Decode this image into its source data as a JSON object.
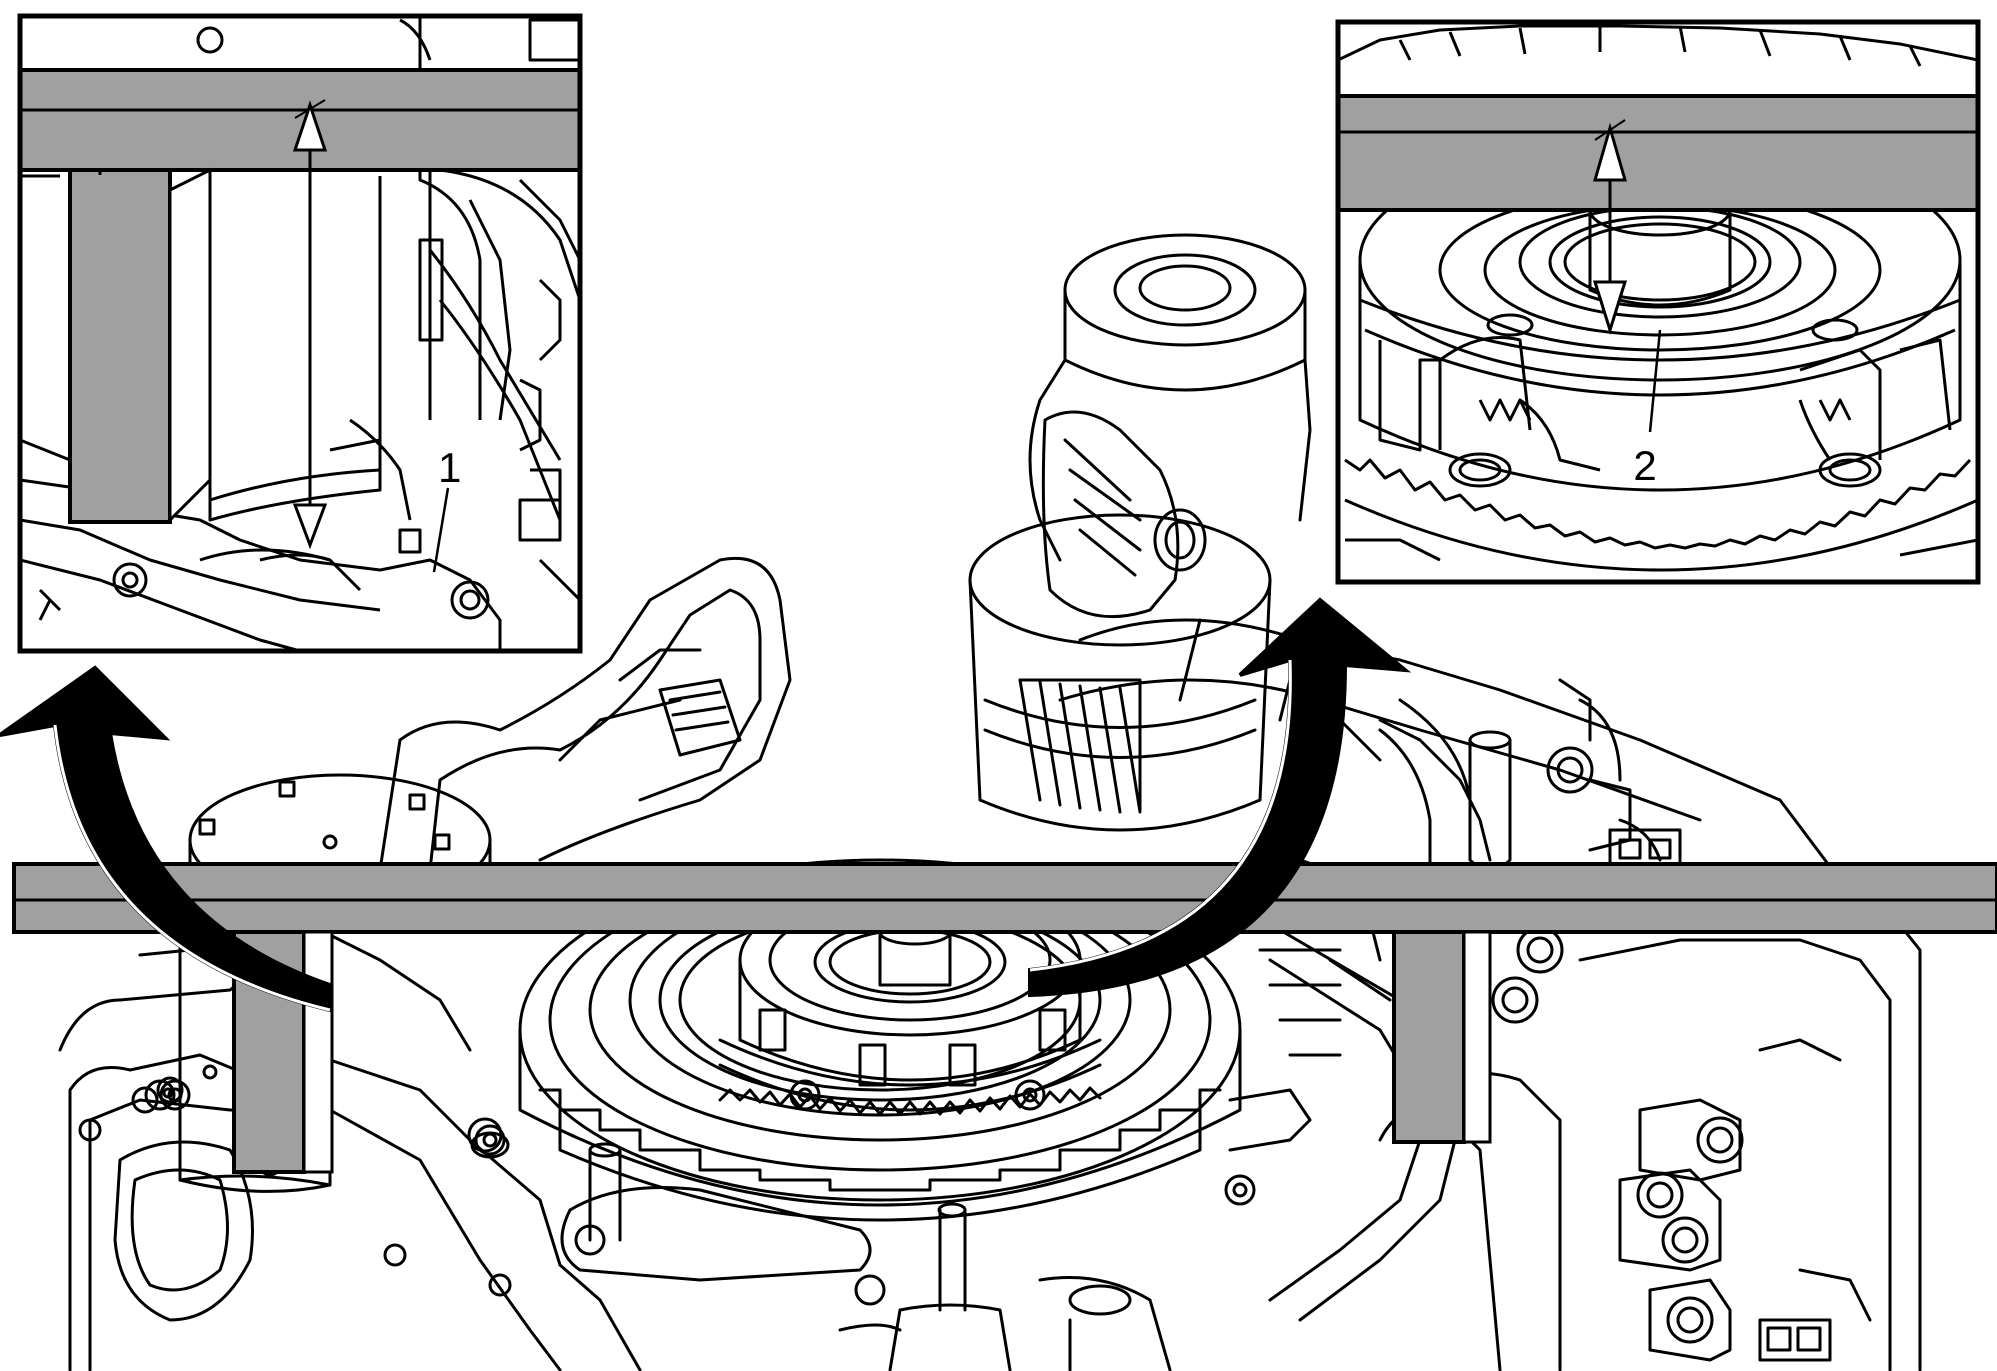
{
  "diagram": {
    "callouts": [
      {
        "id": "1",
        "label": "1"
      },
      {
        "id": "2",
        "label": "2"
      }
    ],
    "colors": {
      "line": "#000000",
      "bar": "#a0a0a0",
      "background": "#ffffff"
    }
  }
}
